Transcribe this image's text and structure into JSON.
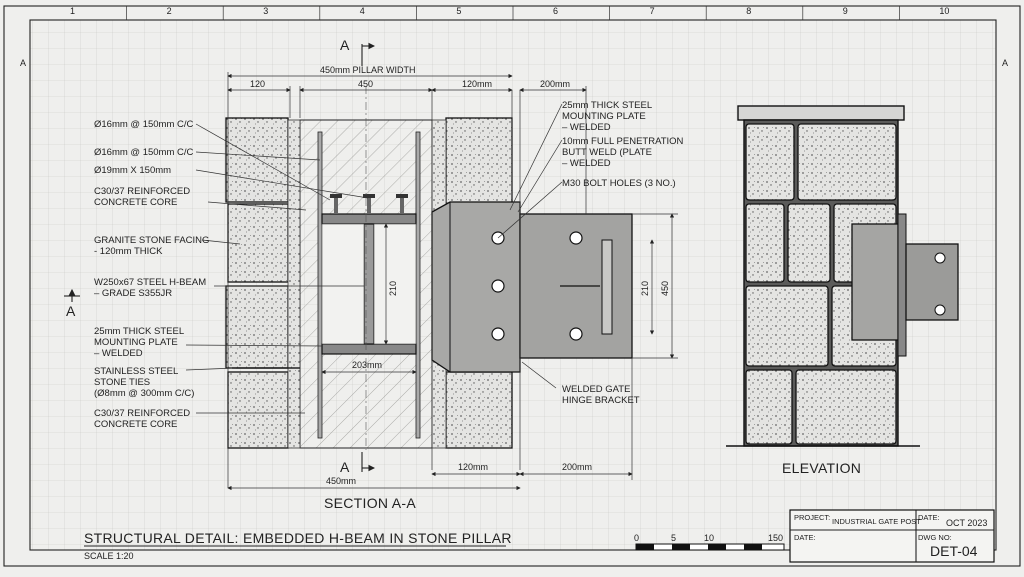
{
  "grid_columns": [
    "1",
    "2",
    "3",
    "4",
    "5",
    "6",
    "7",
    "8",
    "9",
    "10"
  ],
  "grid_rows": [
    "A"
  ],
  "section_marks": {
    "top": "A",
    "bottom": "A",
    "left": "A"
  },
  "dims": {
    "pillar_width": "450mm PILLAR WIDTH",
    "top_120_left": "120",
    "top_450": "450",
    "top_120mm": "120mm",
    "top_200mm": "200mm",
    "v210_left": "210",
    "v210_right": "210",
    "v450_right": "450",
    "beam_203": "203mm",
    "bottom_120mm": "120mm",
    "bottom_200mm": "200mm",
    "bottom_450mm": "450mm"
  },
  "left_labels": [
    [
      "Ø16mm @ 150mm C/C"
    ],
    [
      "Ø16mm @ 150mm C/C"
    ],
    [
      "Ø19mm X 150mm"
    ],
    [
      "C30/37 REINFORCED",
      "CONCRETE CORE"
    ],
    [
      "GRANITE STONE FACING",
      "- 120mm THICK"
    ],
    [
      "W250x67 STEEL H-BEAM",
      "– GRADE S355JR"
    ],
    [
      "25mm THICK STEEL",
      "MOUNTING PLATE",
      "– WELDED"
    ],
    [
      "STAINLESS STEEL",
      "STONE TIES",
      "(Ø8mm @ 300mm C/C)"
    ],
    [
      "C30/37 REINFORCED",
      "CONCRETE CORE"
    ]
  ],
  "right_labels": [
    [
      "25mm THICK STEEL",
      "MOUNTING PLATE",
      "– WELDED"
    ],
    [
      "10mm FULL PENETRATION",
      "BUTT WELD (PLATE",
      "– WELDED"
    ],
    [
      "M30 BOLT HOLES (3 NO.)"
    ],
    [
      "WELDED GATE",
      "HINGE BRACKET"
    ]
  ],
  "section_title": "SECTION A-A",
  "elevation_title": "ELEVATION",
  "drawing_title": "STRUCTURAL DETAIL: EMBEDDED H-BEAM IN STONE PILLAR",
  "scale": "SCALE 1:20",
  "scale_bar": [
    "0",
    "5",
    "10",
    "150"
  ],
  "title_block": {
    "project_label": "PROJECT:",
    "project": "INDUSTRIAL GATE POST",
    "date_label": "DATE:",
    "date": "OCT 2023",
    "date_label2": "DATE:",
    "dwg_label": "DWG NO:",
    "dwg": "DET-04"
  }
}
